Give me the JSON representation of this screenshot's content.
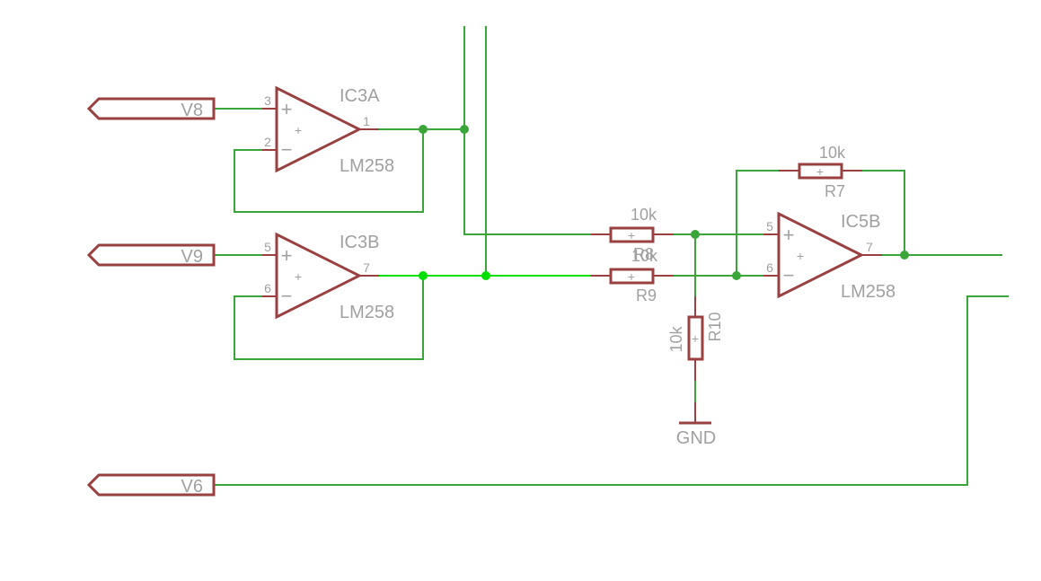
{
  "colors": {
    "background": "#ffffff",
    "wire": "#3aa63a",
    "wire_highlight": "#00e000",
    "symbol": "#9b4040",
    "label": "#a0a0a0",
    "junction": "#3aa63a"
  },
  "ports": {
    "v8": "V8",
    "v9": "V9",
    "v6": "V6"
  },
  "ic3a": {
    "name": "IC3A",
    "value": "LM258",
    "pin_noninv": "3",
    "pin_inv": "2",
    "pin_out": "1"
  },
  "ic3b": {
    "name": "IC3B",
    "value": "LM258",
    "pin_noninv": "5",
    "pin_inv": "6",
    "pin_out": "7"
  },
  "ic5b": {
    "name": "IC5B",
    "value": "LM258",
    "pin_noninv": "5",
    "pin_inv": "6",
    "pin_out": "7"
  },
  "r7": {
    "name": "R7",
    "value": "10k"
  },
  "r8": {
    "name": "R8",
    "value": "10k"
  },
  "r9": {
    "name": "R9",
    "value": "10k"
  },
  "r10": {
    "name": "R10",
    "value": "10k"
  },
  "gnd": {
    "label": "GND"
  },
  "opamp_sign": {
    "plus": "+",
    "minus": "−"
  }
}
